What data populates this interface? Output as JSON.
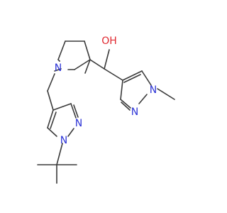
{
  "molecule": {
    "atoms": {
      "n_pyrrolidine": "N",
      "o_hydroxyl": "OH",
      "n_pyrazole_right_1": "N",
      "n_pyrazole_right_2": "N",
      "n_pyrazole_left_1": "N",
      "n_pyrazole_left_2": "N"
    }
  },
  "colors": {
    "bond": "#3a3a3a",
    "nitrogen": "#2c33d6",
    "oxygen": "#e0282f",
    "background": "#ffffff"
  }
}
